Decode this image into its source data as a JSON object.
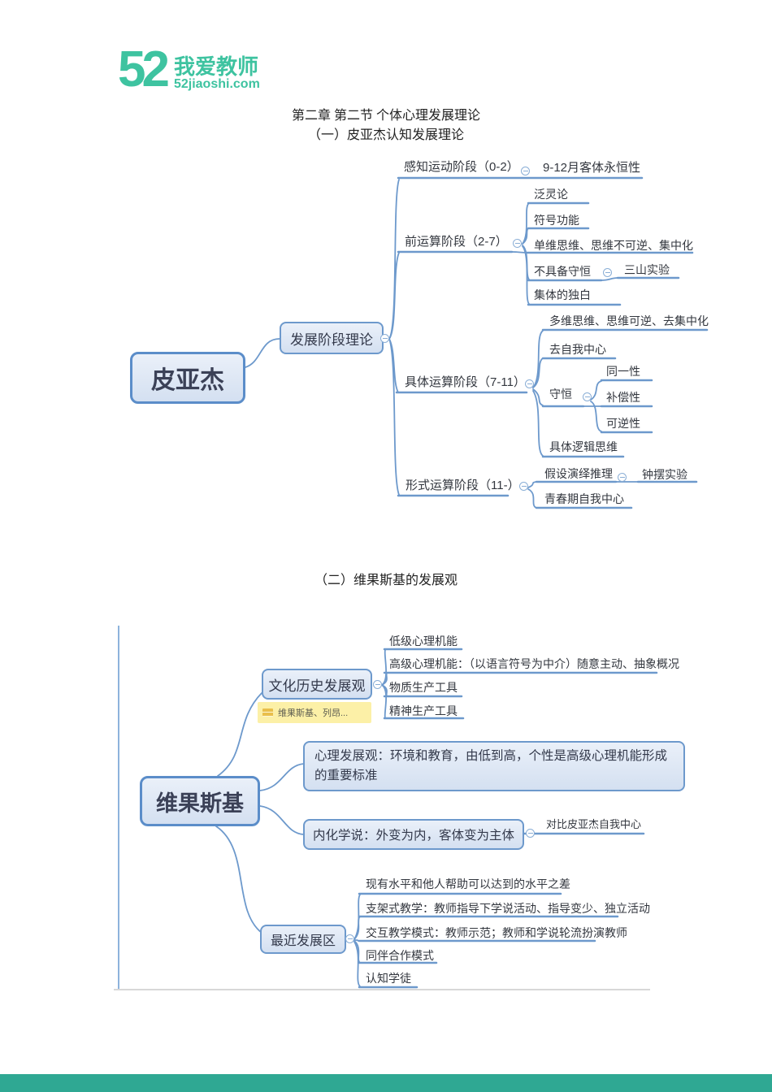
{
  "logo": {
    "mark": "52",
    "title": "我爱教师",
    "domain": "52jiaoshi.com"
  },
  "headings": {
    "chapter": "第二章 第二节 个体心理发展理论",
    "section1": "（一）皮亚杰认知发展理论",
    "section2": "（二）维果斯基的发展观"
  },
  "colors": {
    "brand_teal": "#3ec3a0",
    "footer_bar": "#2fa893",
    "connector_blue": "#6d99cc",
    "box_fill": "#dde7f5",
    "box_border": "#5b8dc9",
    "note_bg": "#fcf0a7"
  },
  "piaget_map": {
    "root": "皮亚杰",
    "branch": "发展阶段理论",
    "stages": [
      {
        "label": "感知运动阶段（0-2）",
        "children": [
          {
            "label": "9-12月客体永恒性"
          }
        ]
      },
      {
        "label": "前运算阶段（2-7）",
        "children": [
          {
            "label": "泛灵论"
          },
          {
            "label": "符号功能"
          },
          {
            "label": "单维思维、思维不可逆、集中化"
          },
          {
            "label": "不具备守恒",
            "children": [
              {
                "label": "三山实验"
              }
            ]
          },
          {
            "label": "集体的独白"
          }
        ]
      },
      {
        "label": "具体运算阶段（7-11）",
        "children": [
          {
            "label": "多维思维、思维可逆、去集中化"
          },
          {
            "label": "去自我中心"
          },
          {
            "label": "守恒",
            "children": [
              {
                "label": "同一性"
              },
              {
                "label": "补偿性"
              },
              {
                "label": "可逆性"
              }
            ]
          },
          {
            "label": "具体逻辑思维"
          }
        ]
      },
      {
        "label": "形式运算阶段（11-）",
        "children": [
          {
            "label": "假设演绎推理",
            "children": [
              {
                "label": "钟摆实验"
              }
            ]
          },
          {
            "label": "青春期自我中心"
          }
        ]
      }
    ]
  },
  "vygotsky_map": {
    "root": "维果斯基",
    "branches": [
      {
        "label": "文化历史发展观",
        "note": "维果斯基、列昂...",
        "children": [
          "低级心理机能",
          "高级心理机能：（以语言符号为中介）随意主动、抽象概况",
          "物质生产工具",
          "精神生产工具"
        ]
      },
      {
        "label": "心理发展观：环境和教育，由低到高，个性是高级心理机能形成的重要标准"
      },
      {
        "label": "内化学说：外变为内，客体变为主体",
        "children": [
          "对比皮亚杰自我中心"
        ]
      },
      {
        "label": "最近发展区",
        "children": [
          "现有水平和他人帮助可以达到的水平之差",
          "支架式教学：教师指导下学说活动、指导变少、独立活动",
          "交互教学模式：教师示范；教师和学说轮流扮演教师",
          "同伴合作模式",
          "认知学徒"
        ]
      }
    ]
  }
}
